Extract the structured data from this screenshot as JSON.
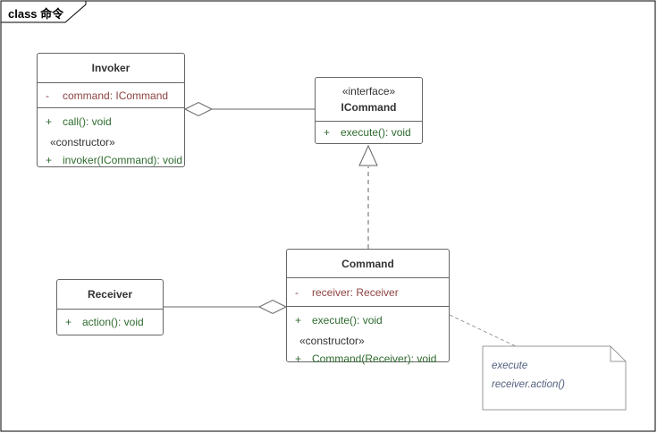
{
  "frame": {
    "label": "class 命令"
  },
  "classes": {
    "invoker": {
      "title": "Invoker",
      "attributes": [
        {
          "vis": "-",
          "text": "command: ICommand"
        }
      ],
      "methods": [
        {
          "vis": "+",
          "text": "call(): void"
        }
      ],
      "constructor_stereotype": "«constructor»",
      "constructors": [
        {
          "vis": "+",
          "text": "invoker(ICommand): void"
        }
      ]
    },
    "icommand": {
      "stereotype": "«interface»",
      "title": "ICommand",
      "methods": [
        {
          "vis": "+",
          "text": "execute(): void"
        }
      ]
    },
    "command": {
      "title": "Command",
      "attributes": [
        {
          "vis": "-",
          "text": "receiver: Receiver"
        }
      ],
      "methods": [
        {
          "vis": "+",
          "text": "execute(): void"
        }
      ],
      "constructor_stereotype": "«constructor»",
      "constructors": [
        {
          "vis": "+",
          "text": "Command(Receiver): void"
        }
      ]
    },
    "receiver": {
      "title": "Receiver",
      "methods": [
        {
          "vis": "+",
          "text": "action(): void"
        }
      ]
    }
  },
  "note": {
    "lines": [
      "execute",
      "receiver.action()"
    ]
  },
  "relationships": [
    {
      "type": "aggregation",
      "owner": "Invoker",
      "part": "ICommand"
    },
    {
      "type": "realization",
      "from": "Command",
      "to": "ICommand"
    },
    {
      "type": "aggregation",
      "owner": "Command",
      "part": "Receiver"
    },
    {
      "type": "note-link",
      "from": "Command",
      "to": "note"
    }
  ],
  "colors": {
    "attribute_text": "#8e4343",
    "method_text": "#2f6b2f",
    "stereotype_text": "#333333",
    "note_text": "#52607f",
    "box_border": "#666666",
    "note_border": "#999999",
    "connector": "#666666",
    "frame_border": "#000000"
  }
}
